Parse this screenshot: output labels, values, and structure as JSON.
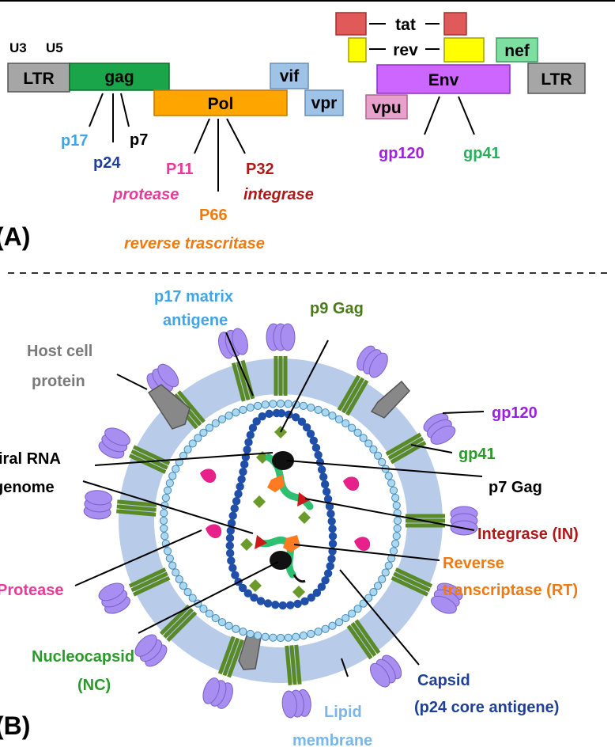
{
  "panel_a": {
    "label": "(A)",
    "ltr_left": "LTR",
    "ltr_right": "LTR",
    "u3": "U3",
    "u5": "U5",
    "genes": {
      "gag": "gag",
      "pol": "Pol",
      "vif": "vif",
      "vpr": "vpr",
      "tat": "tat",
      "rev": "rev",
      "nef": "nef",
      "env": "Env",
      "vpu": "vpu"
    },
    "proteins": {
      "p17": "p17",
      "p24": "p24",
      "p7": "p7",
      "p11": "P11",
      "protease": "protease",
      "p66": "P66",
      "rt": "reverse trascritase",
      "p32": "P32",
      "integrase": "integrase",
      "gp120": "gp120",
      "gp41": "gp41"
    }
  },
  "panel_b": {
    "label": "(B)",
    "p17_line1": "p17 matrix",
    "p17_line2": "antigene",
    "p9": "p9 Gag",
    "host_line1": "Host cell",
    "host_line2": "protein",
    "gp120": "gp120",
    "gp41": "gp41",
    "rna_line1": "iral RNA",
    "rna_line2": "genome",
    "p7gag": "p7 Gag",
    "integrase": "Integrase (IN)",
    "rt_line1": "Reverse",
    "rt_line2": "transcriptase (RT)",
    "protease": "Protease",
    "nc_line1": "Nucleocapsid",
    "nc_line2": "(NC)",
    "capsid_line1": "Capsid",
    "capsid_line2": "(p24 core antigene)",
    "lipid_line1": "Lipid",
    "lipid_line2": "membrane"
  },
  "colors": {
    "ltr": "#a6a6a6",
    "gag": "#1aa54a",
    "pol": "#ffa500",
    "vif_vpr": "#9ec3e6",
    "tat": "#e05a5a",
    "rev": "#ffff00",
    "nef": "#7de0a0",
    "env": "#cc66ff",
    "vpu": "#e8a0cc",
    "membrane": "#b8cbe8",
    "matrix": "#a9d8f0",
    "capsid": "#1f4fa8",
    "knob": "#a88ef0",
    "stalk": "#5a8a28"
  }
}
